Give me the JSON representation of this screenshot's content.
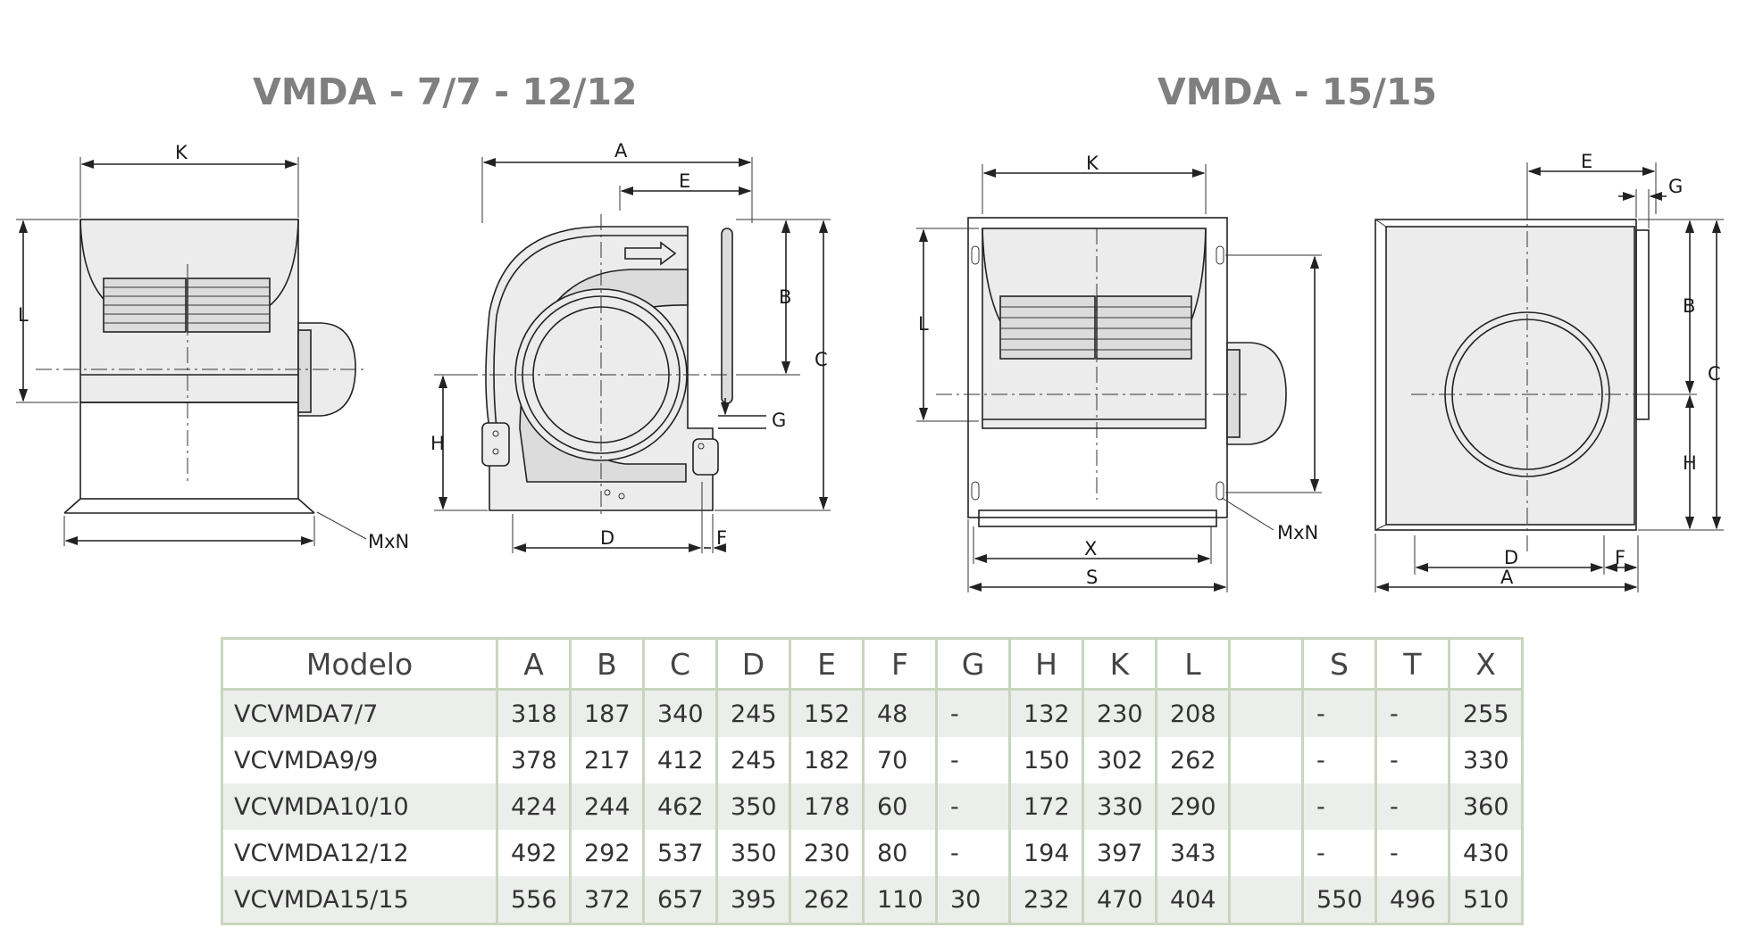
{
  "titles": {
    "left": "VMDA - 7/7 - 12/12",
    "right": "VMDA - 15/15"
  },
  "dimension_labels": {
    "A": "A",
    "B": "B",
    "C": "C",
    "D": "D",
    "E": "E",
    "F": "F",
    "G": "G",
    "H": "H",
    "K": "K",
    "L": "L",
    "S": "S",
    "X": "X",
    "MxN": "MxN"
  },
  "table": {
    "headers": [
      "Modelo",
      "A",
      "B",
      "C",
      "D",
      "E",
      "F",
      "G",
      "H",
      "K",
      "L",
      "",
      "S",
      "T",
      "X"
    ],
    "rows": [
      [
        "VCVMDA7/7",
        "318",
        "187",
        "340",
        "245",
        "152",
        "48",
        "-",
        "132",
        "230",
        "208",
        "",
        "-",
        "-",
        "255"
      ],
      [
        "VCVMDA9/9",
        "378",
        "217",
        "412",
        "245",
        "182",
        "70",
        "-",
        "150",
        "302",
        "262",
        "",
        "-",
        "-",
        "330"
      ],
      [
        "VCVMDA10/10",
        "424",
        "244",
        "462",
        "350",
        "178",
        "60",
        "-",
        "172",
        "330",
        "290",
        "",
        "-",
        "-",
        "360"
      ],
      [
        "VCVMDA12/12",
        "492",
        "292",
        "537",
        "350",
        "230",
        "80",
        "-",
        "194",
        "397",
        "343",
        "",
        "-",
        "-",
        "430"
      ],
      [
        "VCVMDA15/15",
        "556",
        "372",
        "657",
        "395",
        "262",
        "110",
        "30",
        "232",
        "470",
        "404",
        "",
        "550",
        "496",
        "510"
      ]
    ]
  }
}
